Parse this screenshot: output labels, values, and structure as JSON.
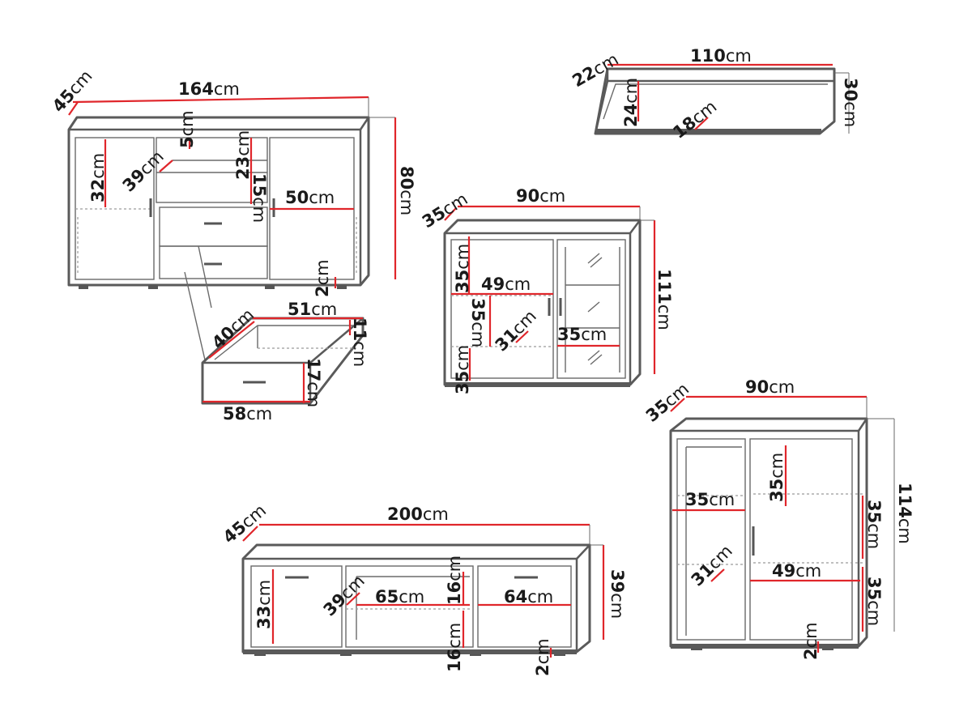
{
  "labels": {
    "sideboard": {
      "depth": {
        "num": "45",
        "unit": "cm"
      },
      "width": {
        "num": "164",
        "unit": "cm"
      },
      "height": {
        "num": "80",
        "unit": "cm"
      },
      "top_shelf": {
        "num": "5",
        "unit": "cm"
      },
      "door_inner_height": {
        "num": "32",
        "unit": "cm"
      },
      "center_depth": {
        "num": "39",
        "unit": "cm"
      },
      "niche_height": {
        "num": "23",
        "unit": "cm"
      },
      "drawer_front": {
        "num": "15",
        "unit": "cm"
      },
      "door_width": {
        "num": "50",
        "unit": "cm"
      },
      "leg_height": {
        "num": "2",
        "unit": "cm"
      }
    },
    "drawer": {
      "inner_width": {
        "num": "51",
        "unit": "cm"
      },
      "inner_depth": {
        "num": "40",
        "unit": "cm"
      },
      "inner_height": {
        "num": "11",
        "unit": "cm"
      },
      "front_height": {
        "num": "17",
        "unit": "cm"
      },
      "front_width": {
        "num": "58",
        "unit": "cm"
      }
    },
    "wall_shelf": {
      "depth": {
        "num": "22",
        "unit": "cm"
      },
      "width": {
        "num": "110",
        "unit": "cm"
      },
      "height": {
        "num": "30",
        "unit": "cm"
      },
      "inner_height": {
        "num": "24",
        "unit": "cm"
      },
      "inner_depth": {
        "num": "18",
        "unit": "cm"
      }
    },
    "vitrine_small": {
      "depth": {
        "num": "35",
        "unit": "cm"
      },
      "width": {
        "num": "90",
        "unit": "cm"
      },
      "height": {
        "num": "111",
        "unit": "cm"
      },
      "top_compartment": {
        "num": "35",
        "unit": "cm"
      },
      "inner_width": {
        "num": "49",
        "unit": "cm"
      },
      "mid_compartment": {
        "num": "35",
        "unit": "cm"
      },
      "inner_depth": {
        "num": "31",
        "unit": "cm"
      },
      "glass_width": {
        "num": "35",
        "unit": "cm"
      },
      "bottom_compartment": {
        "num": "35",
        "unit": "cm"
      }
    },
    "cabinet_tall": {
      "depth": {
        "num": "35",
        "unit": "cm"
      },
      "width": {
        "num": "90",
        "unit": "cm"
      },
      "height": {
        "num": "114",
        "unit": "cm"
      },
      "open_width": {
        "num": "35",
        "unit": "cm"
      },
      "top_compartment": {
        "num": "35",
        "unit": "cm"
      },
      "mid_compartment": {
        "num": "35",
        "unit": "cm"
      },
      "inner_depth": {
        "num": "31",
        "unit": "cm"
      },
      "inner_width": {
        "num": "49",
        "unit": "cm"
      },
      "bottom_compartment": {
        "num": "35",
        "unit": "cm"
      },
      "leg_height": {
        "num": "2",
        "unit": "cm"
      }
    },
    "tv_stand": {
      "depth": {
        "num": "45",
        "unit": "cm"
      },
      "width": {
        "num": "200",
        "unit": "cm"
      },
      "height": {
        "num": "39",
        "unit": "cm"
      },
      "side_inner_height": {
        "num": "33",
        "unit": "cm"
      },
      "inner_depth": {
        "num": "39",
        "unit": "cm"
      },
      "center_width": {
        "num": "65",
        "unit": "cm"
      },
      "center_upper_height": {
        "num": "16",
        "unit": "cm"
      },
      "right_width": {
        "num": "64",
        "unit": "cm"
      },
      "center_lower_height": {
        "num": "16",
        "unit": "cm"
      },
      "leg_height": {
        "num": "2",
        "unit": "cm"
      }
    }
  },
  "colors": {
    "dimension_line": "#e0262b",
    "outline": "#5a5a5a",
    "text": "#1a1a1a"
  }
}
